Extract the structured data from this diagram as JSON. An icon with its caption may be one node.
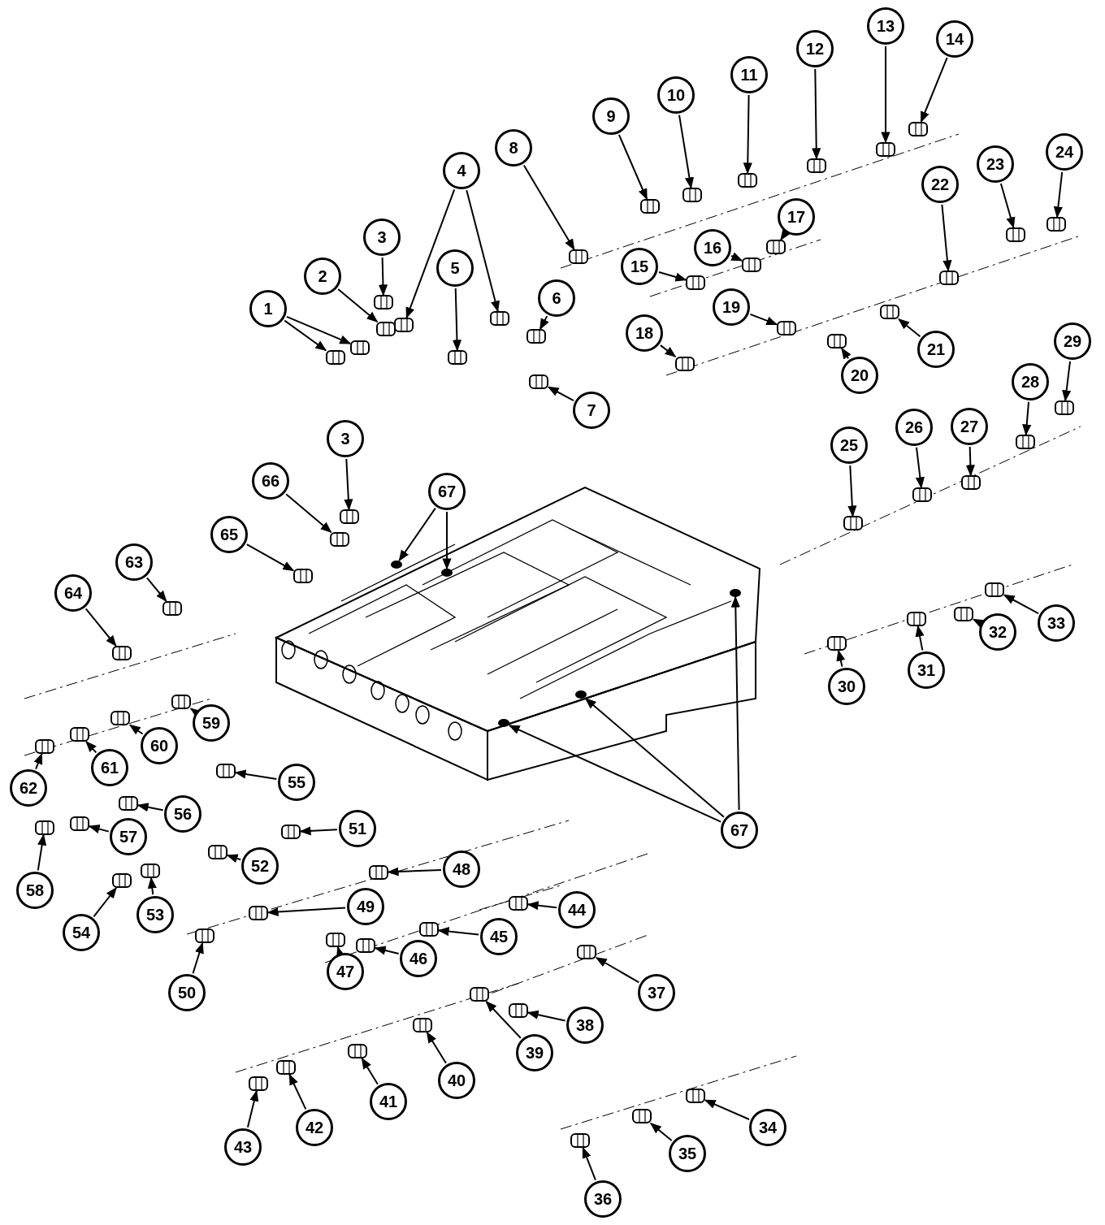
{
  "diagram": {
    "nodes": [
      {
        "text": [
          "1"
        ]
      },
      {
        "text": [
          "2"
        ]
      },
      {
        "text": [
          "3"
        ]
      },
      {
        "text": [
          "4"
        ]
      },
      {
        "text": [
          "5"
        ]
      },
      {
        "text": [
          "6"
        ]
      },
      {
        "text": [
          "7"
        ]
      },
      {
        "text": [
          "8"
        ]
      },
      {
        "text": [
          "9"
        ]
      },
      {
        "text": [
          "10"
        ]
      },
      {
        "text": [
          "11"
        ]
      },
      {
        "text": [
          "12"
        ]
      },
      {
        "text": [
          "13"
        ]
      },
      {
        "text": [
          "14"
        ]
      },
      {
        "text": [
          "15"
        ]
      },
      {
        "text": [
          "16"
        ]
      },
      {
        "text": [
          "17"
        ]
      },
      {
        "text": [
          "18"
        ]
      },
      {
        "text": [
          "19"
        ]
      },
      {
        "text": [
          "20"
        ]
      },
      {
        "text": [
          "21"
        ]
      },
      {
        "text": [
          "22"
        ]
      },
      {
        "text": [
          "23"
        ]
      },
      {
        "text": [
          "24"
        ]
      },
      {
        "text": [
          "25"
        ]
      },
      {
        "text": [
          "26"
        ]
      },
      {
        "text": [
          "27"
        ]
      },
      {
        "text": [
          "28"
        ]
      },
      {
        "text": [
          "29"
        ]
      },
      {
        "text": [
          "30"
        ]
      },
      {
        "text": [
          "31"
        ]
      },
      {
        "text": [
          "32"
        ]
      },
      {
        "text": [
          "33"
        ]
      },
      {
        "text": [
          "34"
        ]
      },
      {
        "text": [
          "35"
        ]
      },
      {
        "text": [
          "36"
        ]
      },
      {
        "text": [
          "37"
        ]
      },
      {
        "text": [
          "38"
        ]
      },
      {
        "text": [
          "39"
        ]
      },
      {
        "text": [
          "40"
        ]
      },
      {
        "text": [
          "41"
        ]
      },
      {
        "text": [
          "42"
        ]
      },
      {
        "text": [
          "43"
        ]
      },
      {
        "text": [
          "44"
        ]
      },
      {
        "text": [
          "45"
        ]
      },
      {
        "text": [
          "46"
        ]
      },
      {
        "text": [
          "47"
        ]
      },
      {
        "text": [
          "48"
        ]
      },
      {
        "text": [
          "49"
        ]
      },
      {
        "text": [
          "50"
        ]
      },
      {
        "text": [
          "51"
        ]
      },
      {
        "text": [
          "52"
        ]
      },
      {
        "text": [
          "53"
        ]
      },
      {
        "text": [
          "54"
        ]
      },
      {
        "text": [
          "55"
        ]
      },
      {
        "text": [
          "56"
        ]
      },
      {
        "text": [
          "57"
        ]
      },
      {
        "text": [
          "58"
        ]
      },
      {
        "text": [
          "59"
        ]
      },
      {
        "text": [
          "60"
        ]
      },
      {
        "text": [
          "61"
        ]
      },
      {
        "text": [
          "62"
        ]
      },
      {
        "text": [
          "63"
        ]
      },
      {
        "text": [
          "64"
        ]
      },
      {
        "text": [
          "65"
        ]
      },
      {
        "text": [
          "66"
        ]
      },
      {
        "text": [
          "67"
        ]
      },
      {
        "text": [
          "3"
        ]
      },
      {
        "text": [
          "67"
        ]
      },
      {
        "text": [],
        "shape": "picture"
      },
      {
        "text": [],
        "shape": "picture"
      },
      {
        "text": [],
        "shape": "picture"
      },
      {
        "text": [],
        "shape": "picture"
      },
      {
        "text": [],
        "shape": "picture"
      },
      {
        "text": [],
        "shape": "picture"
      },
      {
        "text": [],
        "shape": "picture"
      },
      {
        "text": [],
        "shape": "picture"
      },
      {
        "text": [],
        "shape": "picture"
      },
      {
        "text": [],
        "shape": "picture"
      },
      {
        "text": [],
        "shape": "picture"
      },
      {
        "text": [],
        "shape": "picture"
      },
      {
        "text": [],
        "shape": "picture"
      },
      {
        "text": [],
        "shape": "picture"
      },
      {
        "text": [],
        "shape": "picture"
      },
      {
        "text": [],
        "shape": "picture"
      },
      {
        "text": [],
        "shape": "picture"
      },
      {
        "text": [],
        "shape": "picture"
      },
      {
        "text": [],
        "shape": "picture"
      },
      {
        "text": [],
        "shape": "picture"
      },
      {
        "text": [],
        "shape": "picture"
      },
      {
        "text": [],
        "shape": "picture"
      },
      {
        "text": [],
        "shape": "picture"
      },
      {
        "text": [],
        "shape": "picture"
      },
      {
        "text": [],
        "shape": "picture"
      },
      {
        "text": [],
        "shape": "picture"
      },
      {
        "text": [],
        "shape": "picture"
      },
      {
        "text": [],
        "shape": "picture"
      },
      {
        "text": [],
        "shape": "picture"
      },
      {
        "text": [],
        "shape": "picture"
      },
      {
        "text": [],
        "shape": "picture"
      },
      {
        "text": [],
        "shape": "picture"
      },
      {
        "text": [],
        "shape": "picture"
      },
      {
        "text": [],
        "shape": "picture"
      },
      {
        "text": [],
        "shape": "picture"
      },
      {
        "text": [],
        "shape": "picture"
      },
      {
        "text": [],
        "shape": "picture"
      },
      {
        "text": [],
        "shape": "picture"
      },
      {
        "text": [],
        "shape": "picture"
      },
      {
        "text": [],
        "shape": "picture"
      },
      {
        "text": [],
        "shape": "picture"
      },
      {
        "text": [],
        "shape": "picture"
      },
      {
        "text": [],
        "shape": "picture"
      },
      {
        "text": [],
        "shape": "picture"
      },
      {
        "text": [],
        "shape": "picture"
      },
      {
        "text": [],
        "shape": "picture"
      },
      {
        "text": [],
        "shape": "picture"
      },
      {
        "text": [],
        "shape": "picture"
      },
      {
        "text": [],
        "shape": "picture"
      },
      {
        "text": [],
        "shape": "picture"
      },
      {
        "text": [],
        "shape": "picture"
      },
      {
        "text": [],
        "shape": "picture"
      },
      {
        "text": [],
        "shape": "picture"
      },
      {
        "text": [],
        "shape": "picture"
      },
      {
        "text": [],
        "shape": "picture"
      },
      {
        "text": [],
        "shape": "picture"
      },
      {
        "text": [],
        "shape": "picture"
      },
      {
        "text": [],
        "shape": "picture"
      },
      {
        "text": [],
        "shape": "picture"
      },
      {
        "text": [],
        "shape": "picture"
      },
      {
        "text": [],
        "shape": "picture"
      },
      {
        "text": [],
        "shape": "picture"
      },
      {
        "text": [],
        "shape": "picture"
      },
      {
        "text": [],
        "shape": "picture"
      },
      {
        "text": [],
        "shape": "picture"
      },
      {
        "text": [],
        "shape": "picture"
      },
      {
        "text": [],
        "shape": "picture"
      },
      {
        "text": [],
        "shape": "picture"
      },
      {
        "text": [],
        "shape": "circle"
      },
      {
        "text": [],
        "shape": "circle"
      },
      {
        "text": [],
        "shape": "picture"
      },
      {
        "text": [],
        "shape": "circle"
      },
      {
        "text": [],
        "shape": "circle"
      },
      {
        "text": [],
        "shape": "circle"
      }
    ],
    "edges": [
      {
        "from": 0,
        "to": 69,
        "arrow": "to"
      },
      {
        "from": 0,
        "to": 70,
        "arrow": "to"
      },
      {
        "from": 1,
        "to": 71,
        "arrow": "to"
      },
      {
        "from": 2,
        "to": 72,
        "arrow": "to"
      },
      {
        "from": 3,
        "to": 73,
        "arrow": "to"
      },
      {
        "from": 3,
        "to": 74,
        "arrow": "to"
      },
      {
        "from": 4,
        "to": 75,
        "arrow": "to"
      },
      {
        "from": 5,
        "to": 76,
        "arrow": "to"
      },
      {
        "from": 6,
        "to": 77,
        "arrow": "to"
      },
      {
        "from": 7,
        "to": 78,
        "arrow": "to"
      },
      {
        "from": 8,
        "to": 79,
        "arrow": "to"
      },
      {
        "from": 9,
        "to": 80,
        "arrow": "to"
      },
      {
        "from": 10,
        "to": 81,
        "arrow": "to"
      },
      {
        "from": 11,
        "to": 82,
        "arrow": "to"
      },
      {
        "from": 12,
        "to": 83,
        "arrow": "to"
      },
      {
        "from": 13,
        "to": 84,
        "arrow": "to"
      },
      {
        "from": 14,
        "to": 85,
        "arrow": "to"
      },
      {
        "from": 15,
        "to": 86,
        "arrow": "to"
      },
      {
        "from": 16,
        "to": 87,
        "arrow": "to"
      },
      {
        "from": 17,
        "to": 88,
        "arrow": "to"
      },
      {
        "from": 18,
        "to": 89,
        "arrow": "to"
      },
      {
        "from": 19,
        "to": 90,
        "arrow": "to"
      },
      {
        "from": 20,
        "to": 91,
        "arrow": "to"
      },
      {
        "from": 21,
        "to": 92,
        "arrow": "to"
      },
      {
        "from": 22,
        "to": 93,
        "arrow": "to"
      },
      {
        "from": 23,
        "to": 94,
        "arrow": "to"
      },
      {
        "from": 24,
        "to": 95,
        "arrow": "to"
      },
      {
        "from": 25,
        "to": 96,
        "arrow": "to"
      },
      {
        "from": 26,
        "to": 97,
        "arrow": "to"
      },
      {
        "from": 27,
        "to": 98,
        "arrow": "to"
      },
      {
        "from": 28,
        "to": 99,
        "arrow": "to"
      },
      {
        "from": 29,
        "to": 100,
        "arrow": "to"
      },
      {
        "from": 30,
        "to": 101,
        "arrow": "to"
      },
      {
        "from": 31,
        "to": 102,
        "arrow": "to"
      },
      {
        "from": 32,
        "to": 103,
        "arrow": "to"
      },
      {
        "from": 33,
        "to": 104,
        "arrow": "to"
      },
      {
        "from": 34,
        "to": 105,
        "arrow": "to"
      },
      {
        "from": 35,
        "to": 106,
        "arrow": "to"
      },
      {
        "from": 36,
        "to": 107,
        "arrow": "to"
      },
      {
        "from": 37,
        "to": 108,
        "arrow": "to"
      },
      {
        "from": 38,
        "to": 109,
        "arrow": "to"
      },
      {
        "from": 39,
        "to": 110,
        "arrow": "to"
      },
      {
        "from": 40,
        "to": 111,
        "arrow": "to"
      },
      {
        "from": 41,
        "to": 112,
        "arrow": "to"
      },
      {
        "from": 42,
        "to": 113,
        "arrow": "to"
      },
      {
        "from": 43,
        "to": 114,
        "arrow": "to"
      },
      {
        "from": 44,
        "to": 115,
        "arrow": "to"
      },
      {
        "from": 45,
        "to": 116,
        "arrow": "to"
      },
      {
        "from": 46,
        "to": 117,
        "arrow": "to"
      },
      {
        "from": 47,
        "to": 118,
        "arrow": "to"
      },
      {
        "from": 48,
        "to": 119,
        "arrow": "to"
      },
      {
        "from": 49,
        "to": 120,
        "arrow": "to"
      },
      {
        "from": 50,
        "to": 121,
        "arrow": "to"
      },
      {
        "from": 51,
        "to": 122,
        "arrow": "to"
      },
      {
        "from": 52,
        "to": 123,
        "arrow": "to"
      },
      {
        "from": 53,
        "to": 124,
        "arrow": "to"
      },
      {
        "from": 54,
        "to": 125,
        "arrow": "to"
      },
      {
        "from": 55,
        "to": 126,
        "arrow": "to"
      },
      {
        "from": 56,
        "to": 127,
        "arrow": "to"
      },
      {
        "from": 57,
        "to": 128,
        "arrow": "to"
      },
      {
        "from": 58,
        "to": 129,
        "arrow": "to"
      },
      {
        "from": 59,
        "to": 130,
        "arrow": "to"
      },
      {
        "from": 60,
        "to": 131,
        "arrow": "to"
      },
      {
        "from": 61,
        "to": 132,
        "arrow": "to"
      },
      {
        "from": 62,
        "to": 133,
        "arrow": "to"
      },
      {
        "from": 63,
        "to": 134,
        "arrow": "to"
      },
      {
        "from": 64,
        "to": 135,
        "arrow": "to"
      },
      {
        "from": 65,
        "to": 136,
        "arrow": "to"
      },
      {
        "from": 66,
        "to": 137,
        "arrow": "to"
      },
      {
        "from": 66,
        "to": 138,
        "arrow": "to"
      },
      {
        "from": 67,
        "to": 139,
        "arrow": "to"
      },
      {
        "from": 68,
        "to": 140,
        "arrow": "to"
      },
      {
        "from": 68,
        "to": 141,
        "arrow": "to"
      },
      {
        "from": 68,
        "to": 142,
        "arrow": "to"
      }
    ]
  }
}
